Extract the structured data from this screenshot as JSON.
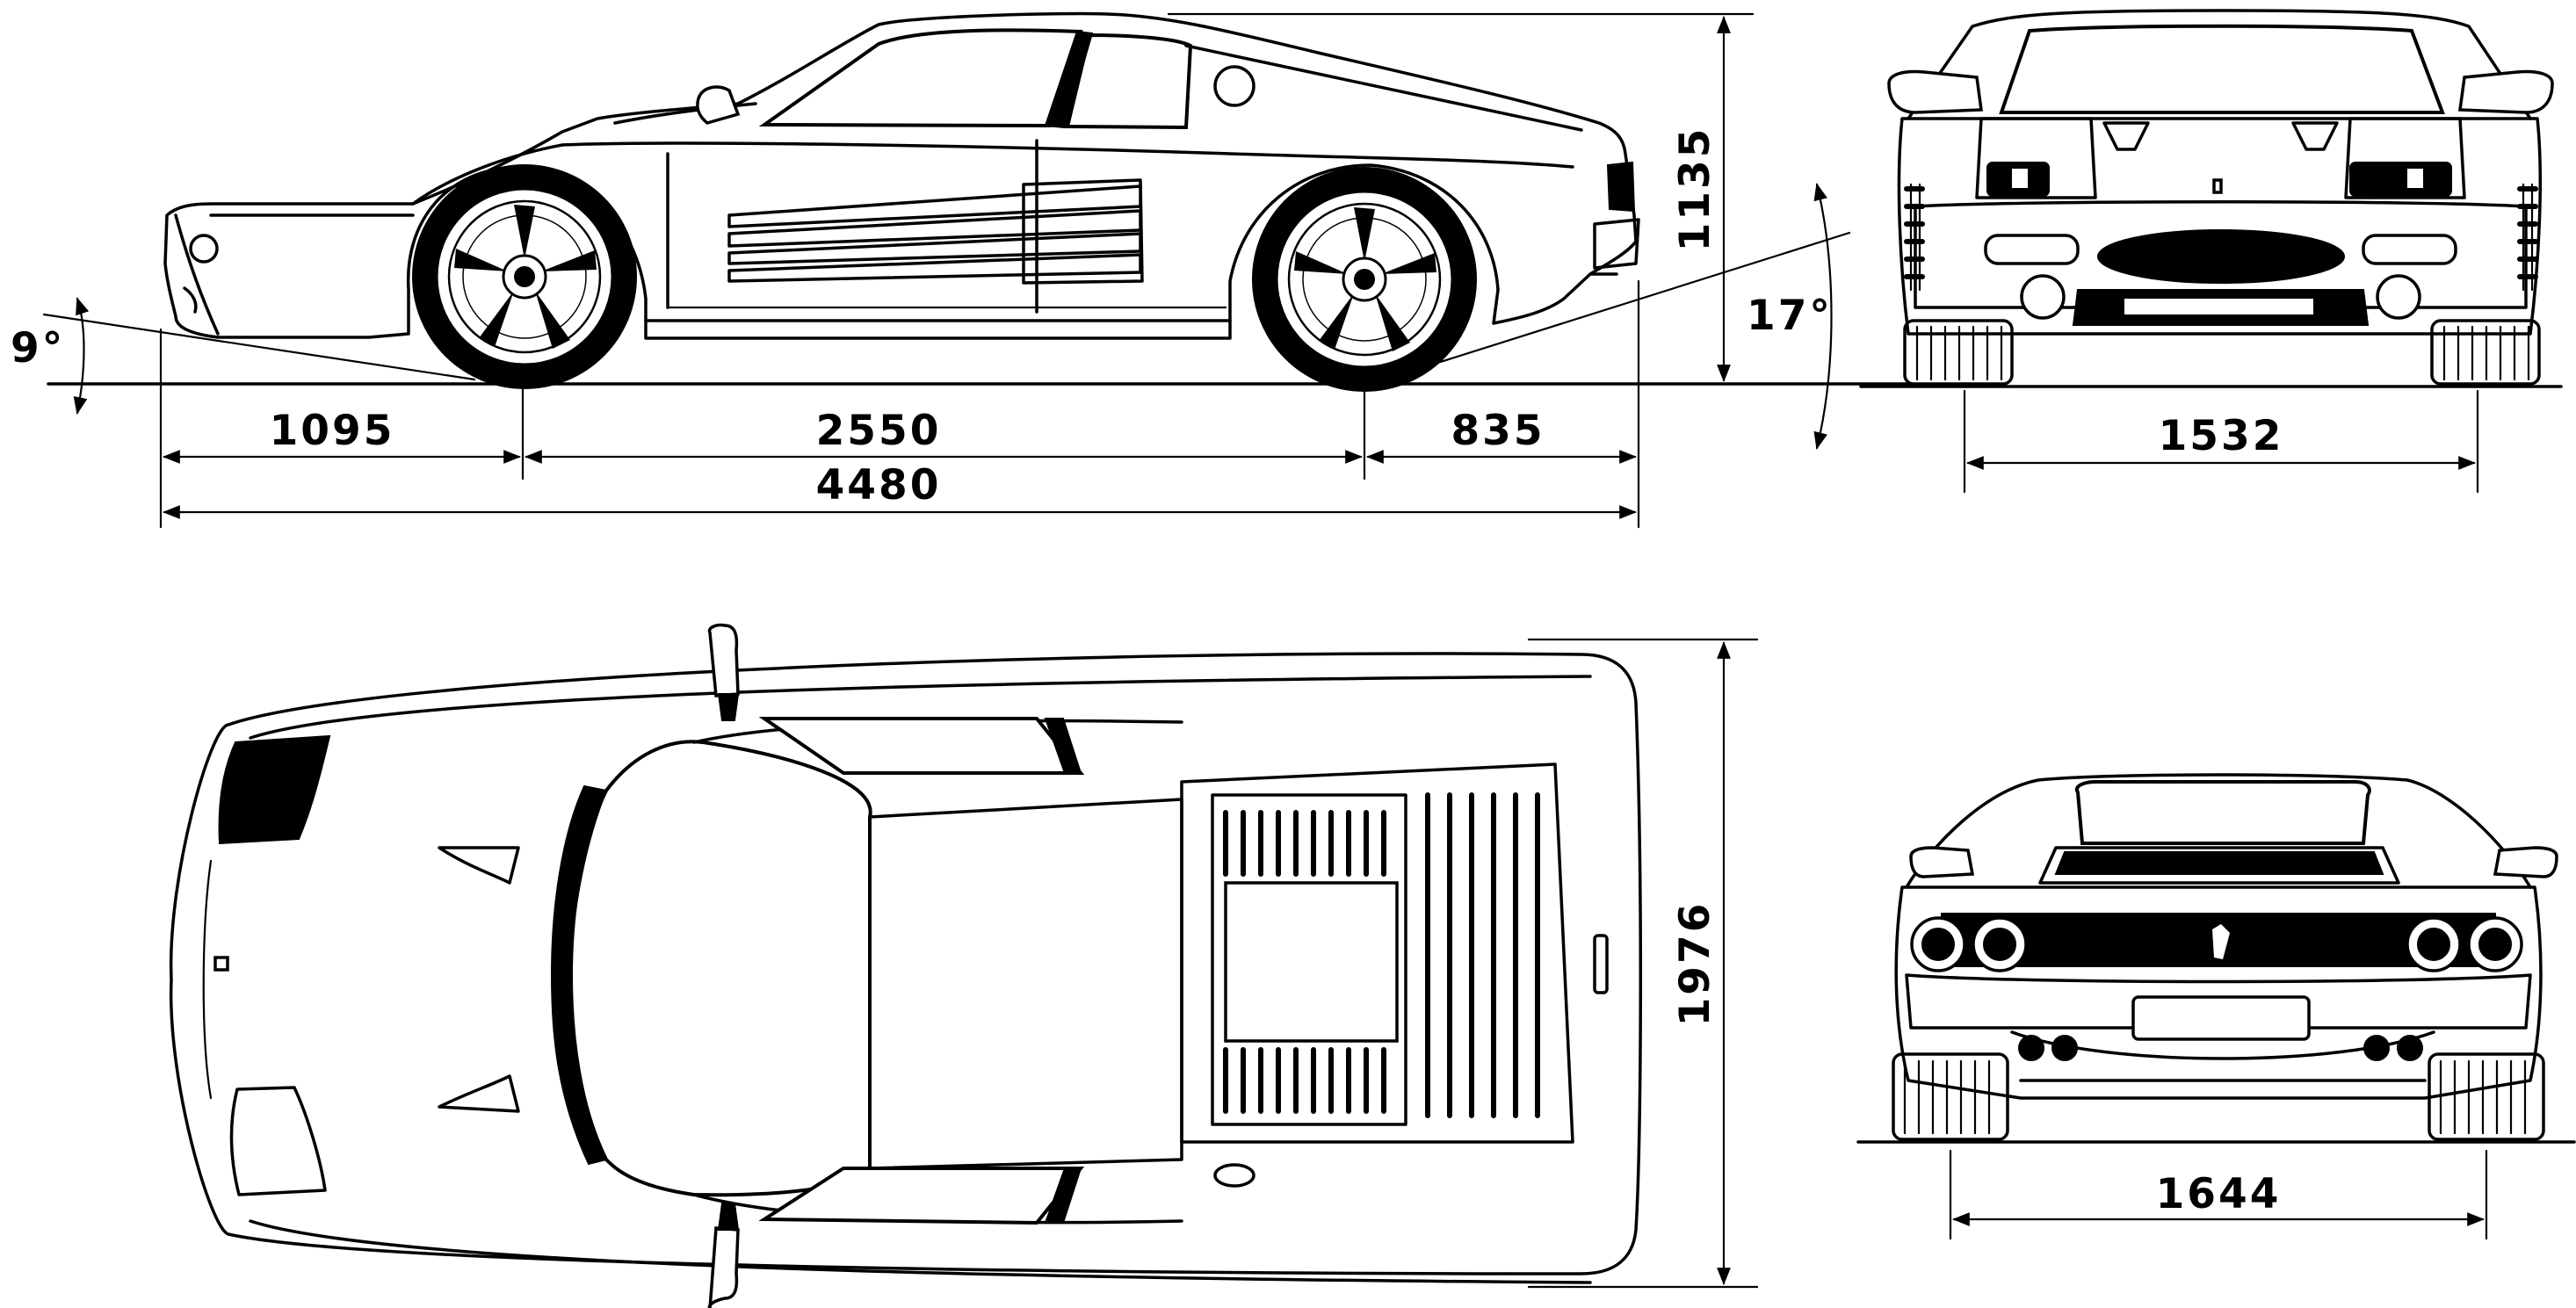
{
  "dimensions": {
    "front_overhang": "1095",
    "wheelbase": "2550",
    "rear_overhang": "835",
    "length": "4480",
    "height": "1135",
    "approach_angle": "9°",
    "departure_angle": "17°",
    "front_track": "1532",
    "width": "1976",
    "rear_track": "1644"
  },
  "views": [
    "side",
    "front",
    "top",
    "rear"
  ]
}
